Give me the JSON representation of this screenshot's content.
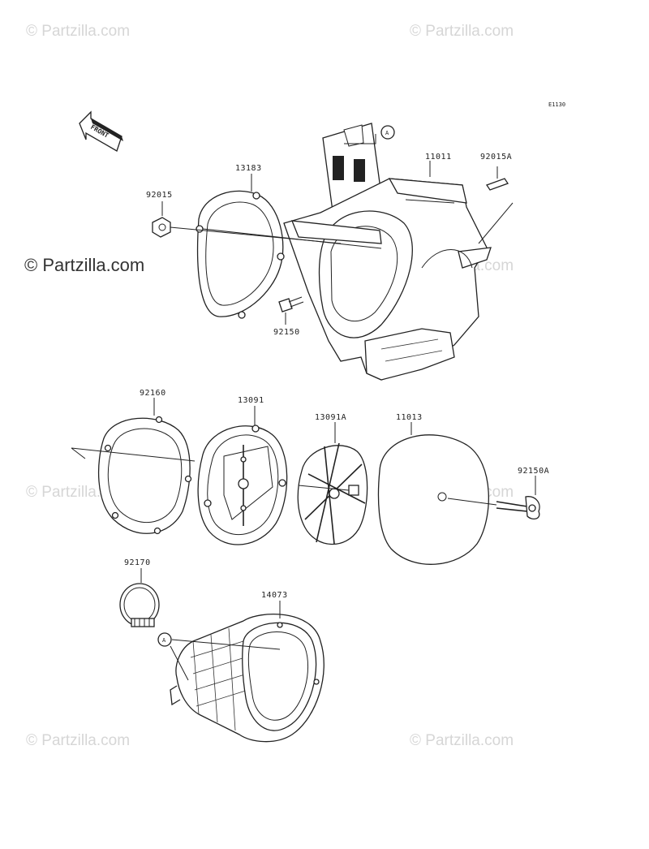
{
  "diagram_code": "E1130",
  "front_label": "FRONT",
  "ref_marker": "A",
  "watermark": "© Partzilla.com",
  "main_watermark": "© Partzilla.com",
  "parts": {
    "p11011": "11011",
    "p92015A": "92015A",
    "p13183": "13183",
    "p92015": "92015",
    "p92150": "92150",
    "p92160": "92160",
    "p13091": "13091",
    "p13091A": "13091A",
    "p11013": "11013",
    "p92150A": "92150A",
    "p92170": "92170",
    "p14073": "14073"
  }
}
